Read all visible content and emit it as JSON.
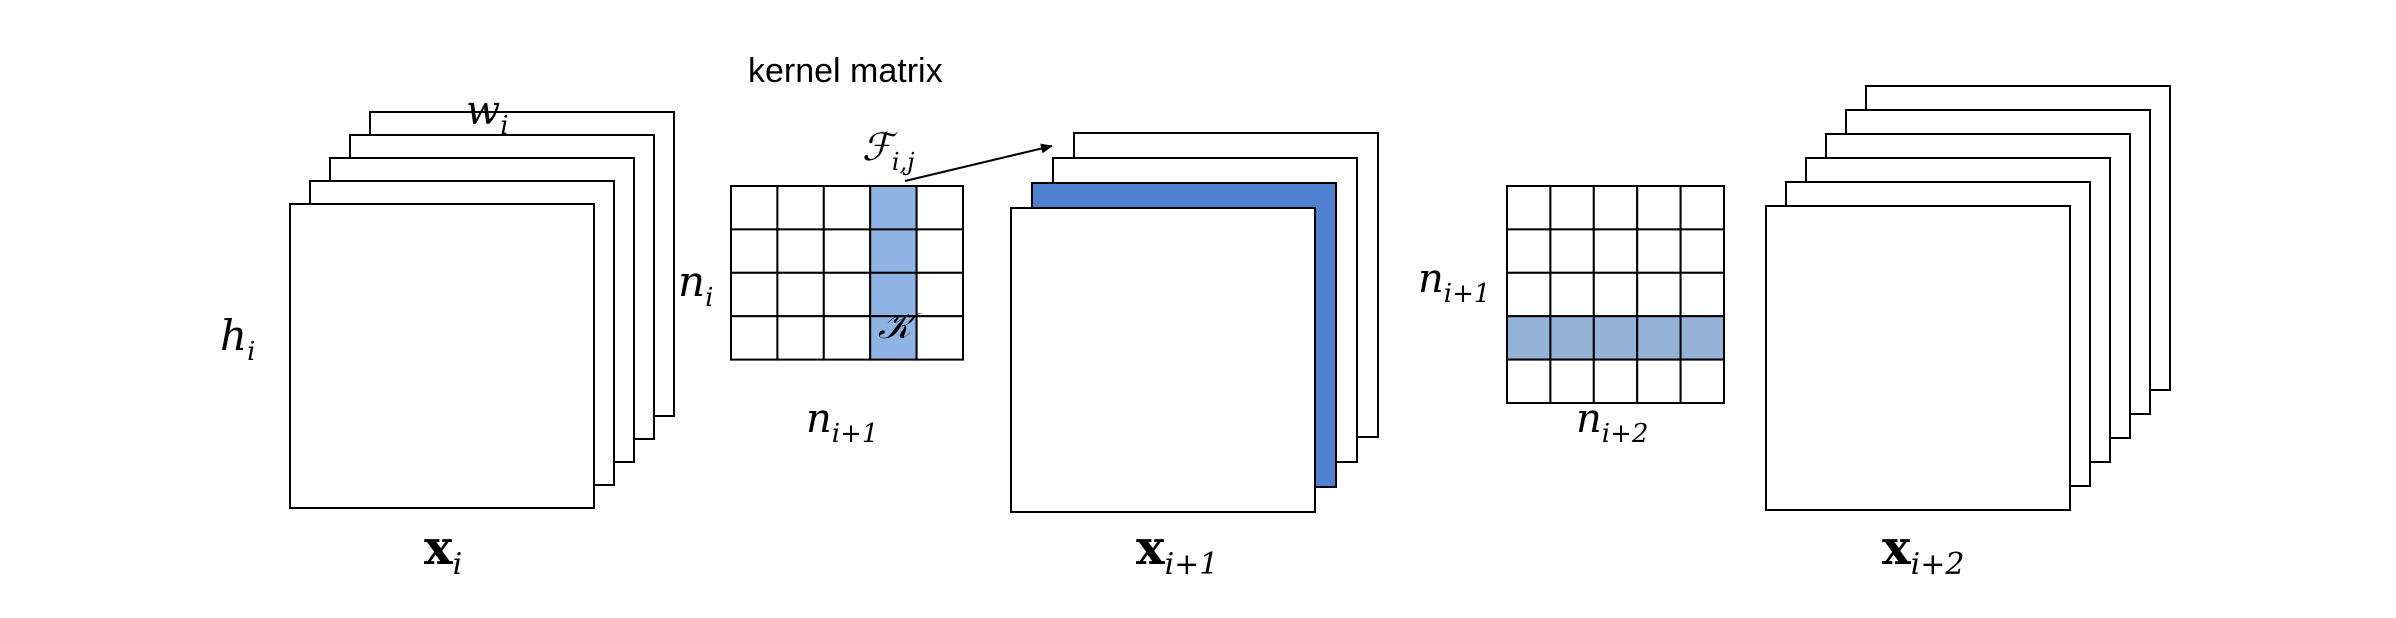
{
  "colors": {
    "stroke": "#000000",
    "paper": "#ffffff",
    "kernel_highlight": "#8fb4e3",
    "feature_highlight": "#4f81d0",
    "kernel_row_highlight": "#95b3d7"
  },
  "labels": {
    "kernel_title": "kernel matrix",
    "width_base": "w",
    "width_sub": "i",
    "height_base": "h",
    "height_sub": "i",
    "filter_base": "ℱ",
    "filter_sub": "i,j",
    "kernel_rows_base": "n",
    "kernel_rows_sub": "i",
    "kernel_cols_base": "n",
    "kernel_cols_sub": "i+1",
    "kernel_symbol": "𝒦",
    "kernel2_rows_base": "n",
    "kernel2_rows_sub": "i+1",
    "kernel2_cols_base": "n",
    "kernel2_cols_sub": "i+2",
    "x1_base": "x",
    "x1_sub": "i",
    "x2_base": "x",
    "x2_sub": "i+1",
    "x3_base": "x",
    "x3_sub": "i+2"
  },
  "kernel1": {
    "rows": 4,
    "cols": 5,
    "highlight_col": 3
  },
  "kernel2": {
    "rows": 5,
    "cols": 5,
    "highlight_row": 3
  },
  "stacks": [
    {
      "id": "x-i",
      "layers": 5,
      "highlight_layer": -1
    },
    {
      "id": "x-i-plus-1",
      "layers": 4,
      "highlight_layer": 1
    },
    {
      "id": "x-i-plus-2",
      "layers": 6,
      "highlight_layer": -1
    }
  ]
}
